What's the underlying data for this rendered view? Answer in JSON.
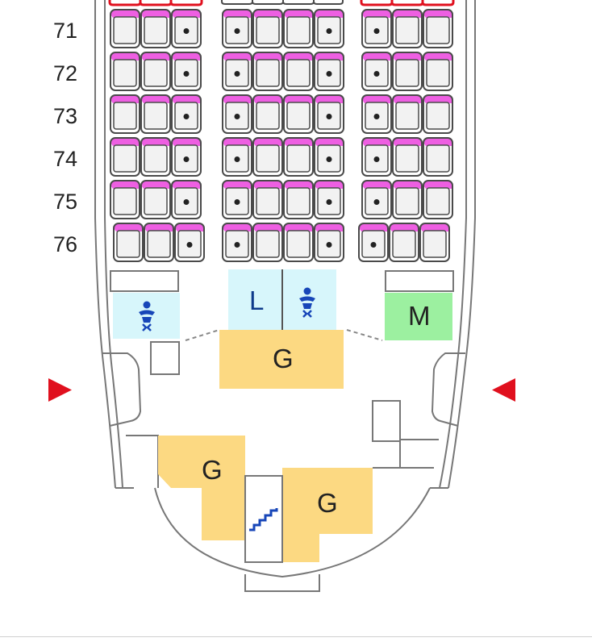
{
  "colors": {
    "seat_fill": "#f2f2f2",
    "seat_stroke": "#4a4a4a",
    "headrest": "#ee5fe2",
    "occupied_marker": "#222222",
    "exit_arrow": "#e0101e",
    "restricted_seat_outline": "#e0101e",
    "galley": "#fcd982",
    "lavatory": "#d7f6fb",
    "meal_area": "#9cf0a0",
    "fuselage": "#777777",
    "stairs": "#1746b8"
  },
  "icons": {
    "baby_change": "baby-change-icon",
    "stairs": "stairs-icon",
    "exit": "exit-arrow-icon"
  },
  "rows": [
    {
      "number": "71",
      "marked": [
        2,
        3,
        6,
        7
      ]
    },
    {
      "number": "72",
      "marked": [
        2,
        3,
        6,
        7
      ]
    },
    {
      "number": "73",
      "marked": [
        2,
        3,
        6,
        7
      ]
    },
    {
      "number": "74",
      "marked": [
        2,
        3,
        6,
        7
      ]
    },
    {
      "number": "75",
      "marked": [
        2,
        3,
        6,
        7
      ]
    },
    {
      "number": "76",
      "marked": [
        2,
        3,
        6,
        7
      ]
    }
  ],
  "zones": {
    "lavatory_label": "L",
    "meal_label": "M",
    "galley_upper_label": "G",
    "galley_lower_left_label": "G",
    "galley_lower_right_label": "G"
  }
}
